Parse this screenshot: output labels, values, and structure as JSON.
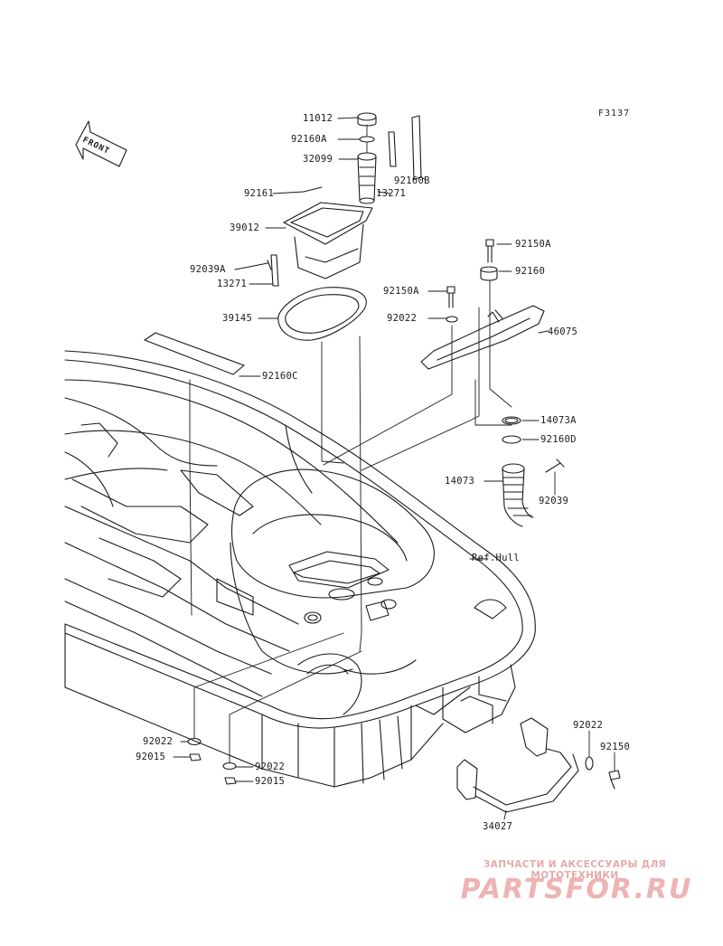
{
  "figure_code": "F3137",
  "front_label": "FRONT",
  "ref_label": "Ref.Hull",
  "part_labels": [
    {
      "id": "p1",
      "text": "11012"
    },
    {
      "id": "p2",
      "text": "92160A"
    },
    {
      "id": "p3",
      "text": "32099"
    },
    {
      "id": "p4",
      "text": "92160B"
    },
    {
      "id": "p5",
      "text": "13271"
    },
    {
      "id": "p6",
      "text": "92161"
    },
    {
      "id": "p7",
      "text": "39012"
    },
    {
      "id": "p8",
      "text": "92039A"
    },
    {
      "id": "p9",
      "text": "13271"
    },
    {
      "id": "p10",
      "text": "39145"
    },
    {
      "id": "p11",
      "text": "92160C"
    },
    {
      "id": "p12",
      "text": "92150A"
    },
    {
      "id": "p13",
      "text": "92160"
    },
    {
      "id": "p14",
      "text": "92150A"
    },
    {
      "id": "p15",
      "text": "92022"
    },
    {
      "id": "p16",
      "text": "46075"
    },
    {
      "id": "p17",
      "text": "14073A"
    },
    {
      "id": "p18",
      "text": "92160D"
    },
    {
      "id": "p19",
      "text": "14073"
    },
    {
      "id": "p20",
      "text": "92039"
    },
    {
      "id": "p21",
      "text": "92022"
    },
    {
      "id": "p22",
      "text": "92015"
    },
    {
      "id": "p23",
      "text": "92022"
    },
    {
      "id": "p24",
      "text": "92015"
    },
    {
      "id": "p25",
      "text": "92022"
    },
    {
      "id": "p26",
      "text": "92150"
    },
    {
      "id": "p27",
      "text": "34027"
    }
  ],
  "watermark": {
    "tagline": "ЗАПЧАСТИ И АКСЕССУАРЫ ДЛЯ МОТОТЕХНИКИ",
    "logo": "PARTSFOR.RU"
  },
  "colors": {
    "line": "#1a1a1a",
    "watermark": "#e6a9a9"
  }
}
